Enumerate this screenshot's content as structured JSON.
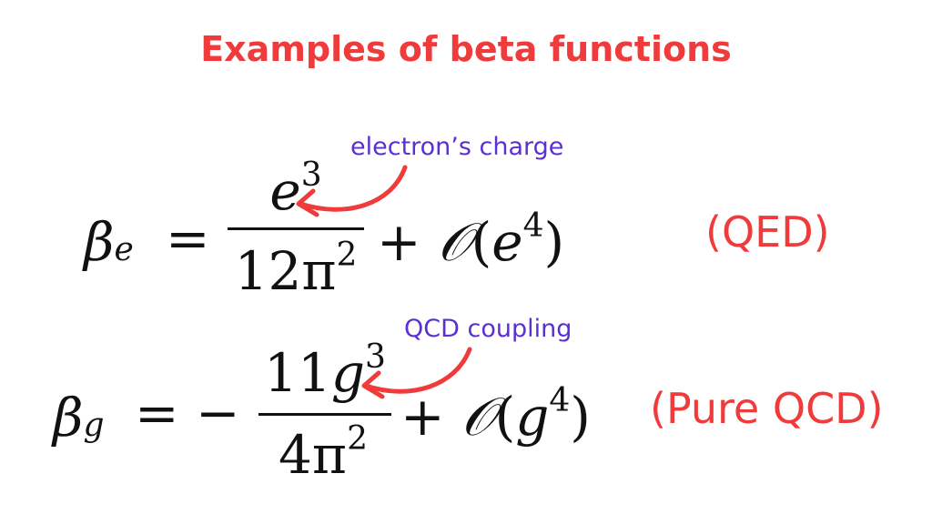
{
  "title": "Examples of beta functions",
  "colors": {
    "title": "#ef3b3b",
    "annotation": "#5b2fd2",
    "arrow": "#ef3b3b"
  },
  "qed": {
    "lhs_symbol": "β",
    "lhs_subscript": "e",
    "equals": "=",
    "numerator_base": "e",
    "numerator_exp": "3",
    "denominator_base": "12π",
    "denominator_exp": "2",
    "plus": "+",
    "order_symbol": "𝒪",
    "order_open": "(",
    "order_base": "e",
    "order_exp": "4",
    "order_close": ")",
    "annotation": "electron’s charge",
    "theory": "(QED)"
  },
  "qcd": {
    "lhs_symbol": "β",
    "lhs_subscript": "g",
    "equals": "= −",
    "numerator_coeff": "11",
    "numerator_base": "g",
    "numerator_exp": "3",
    "denominator_base": "4π",
    "denominator_exp": "2",
    "plus": "+",
    "order_symbol": "𝒪",
    "order_open": "(",
    "order_base": "g",
    "order_exp": "4",
    "order_close": ")",
    "annotation": "QCD coupling",
    "theory": "(Pure QCD)"
  }
}
